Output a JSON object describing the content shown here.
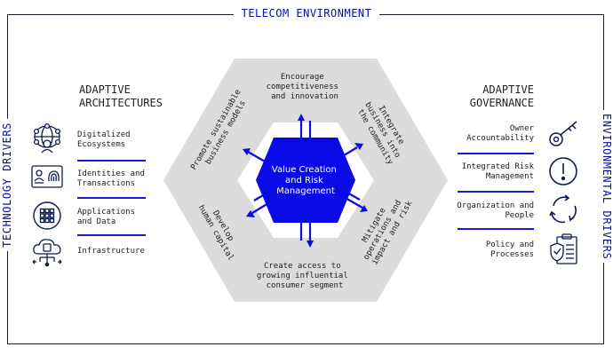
{
  "title": "TELECOM ENVIRONMENT",
  "left_vertical": "TECHNOLOGY DRIVERS",
  "right_vertical": "ENVIRONMENTAL DRIVERS",
  "left": {
    "heading": [
      "ADAPTIVE",
      "ARCHITECTURES"
    ],
    "items": [
      {
        "label": [
          "Digitalized",
          "Ecosystems"
        ],
        "icon": "network-globe-icon"
      },
      {
        "label": [
          "Identities and",
          "Transactions"
        ],
        "icon": "fingerprint-id-icon"
      },
      {
        "label": [
          "Applications",
          "and Data"
        ],
        "icon": "app-grid-icon"
      },
      {
        "label": [
          "Infrastructure"
        ],
        "icon": "cloud-infrastructure-icon"
      }
    ]
  },
  "right": {
    "heading": [
      "ADAPTIVE",
      "GOVERNANCE"
    ],
    "items": [
      {
        "label": [
          "Owner",
          "Accountability"
        ],
        "icon": "key-icon"
      },
      {
        "label": [
          "Integrated Risk",
          "Management"
        ],
        "icon": "exclamation-circle-icon"
      },
      {
        "label": [
          "Organization and",
          "People"
        ],
        "icon": "cycle-arrows-icon"
      },
      {
        "label": [
          "Policy and",
          "Processes"
        ],
        "icon": "policy-shield-icon"
      }
    ]
  },
  "center": [
    "Value Creation",
    "and Risk",
    "Management"
  ],
  "segments": {
    "top": [
      "Encourage",
      "competitiveness",
      "and innovation"
    ],
    "upper_right": [
      "Integrate",
      "business into",
      "the community"
    ],
    "lower_right": [
      "Mitigate",
      "operations and",
      "impact and risk"
    ],
    "bottom": [
      "Create access to",
      "growing influential",
      "consumer segment"
    ],
    "lower_left": [
      "Develop",
      "human capital"
    ],
    "upper_left": [
      "Promote sustainable",
      "business models"
    ]
  },
  "colors": {
    "accent": "#0a0ae6",
    "hex_fill": "#dcdcdc",
    "navy": "#0d1b4c",
    "frame": "#1a1a33"
  }
}
